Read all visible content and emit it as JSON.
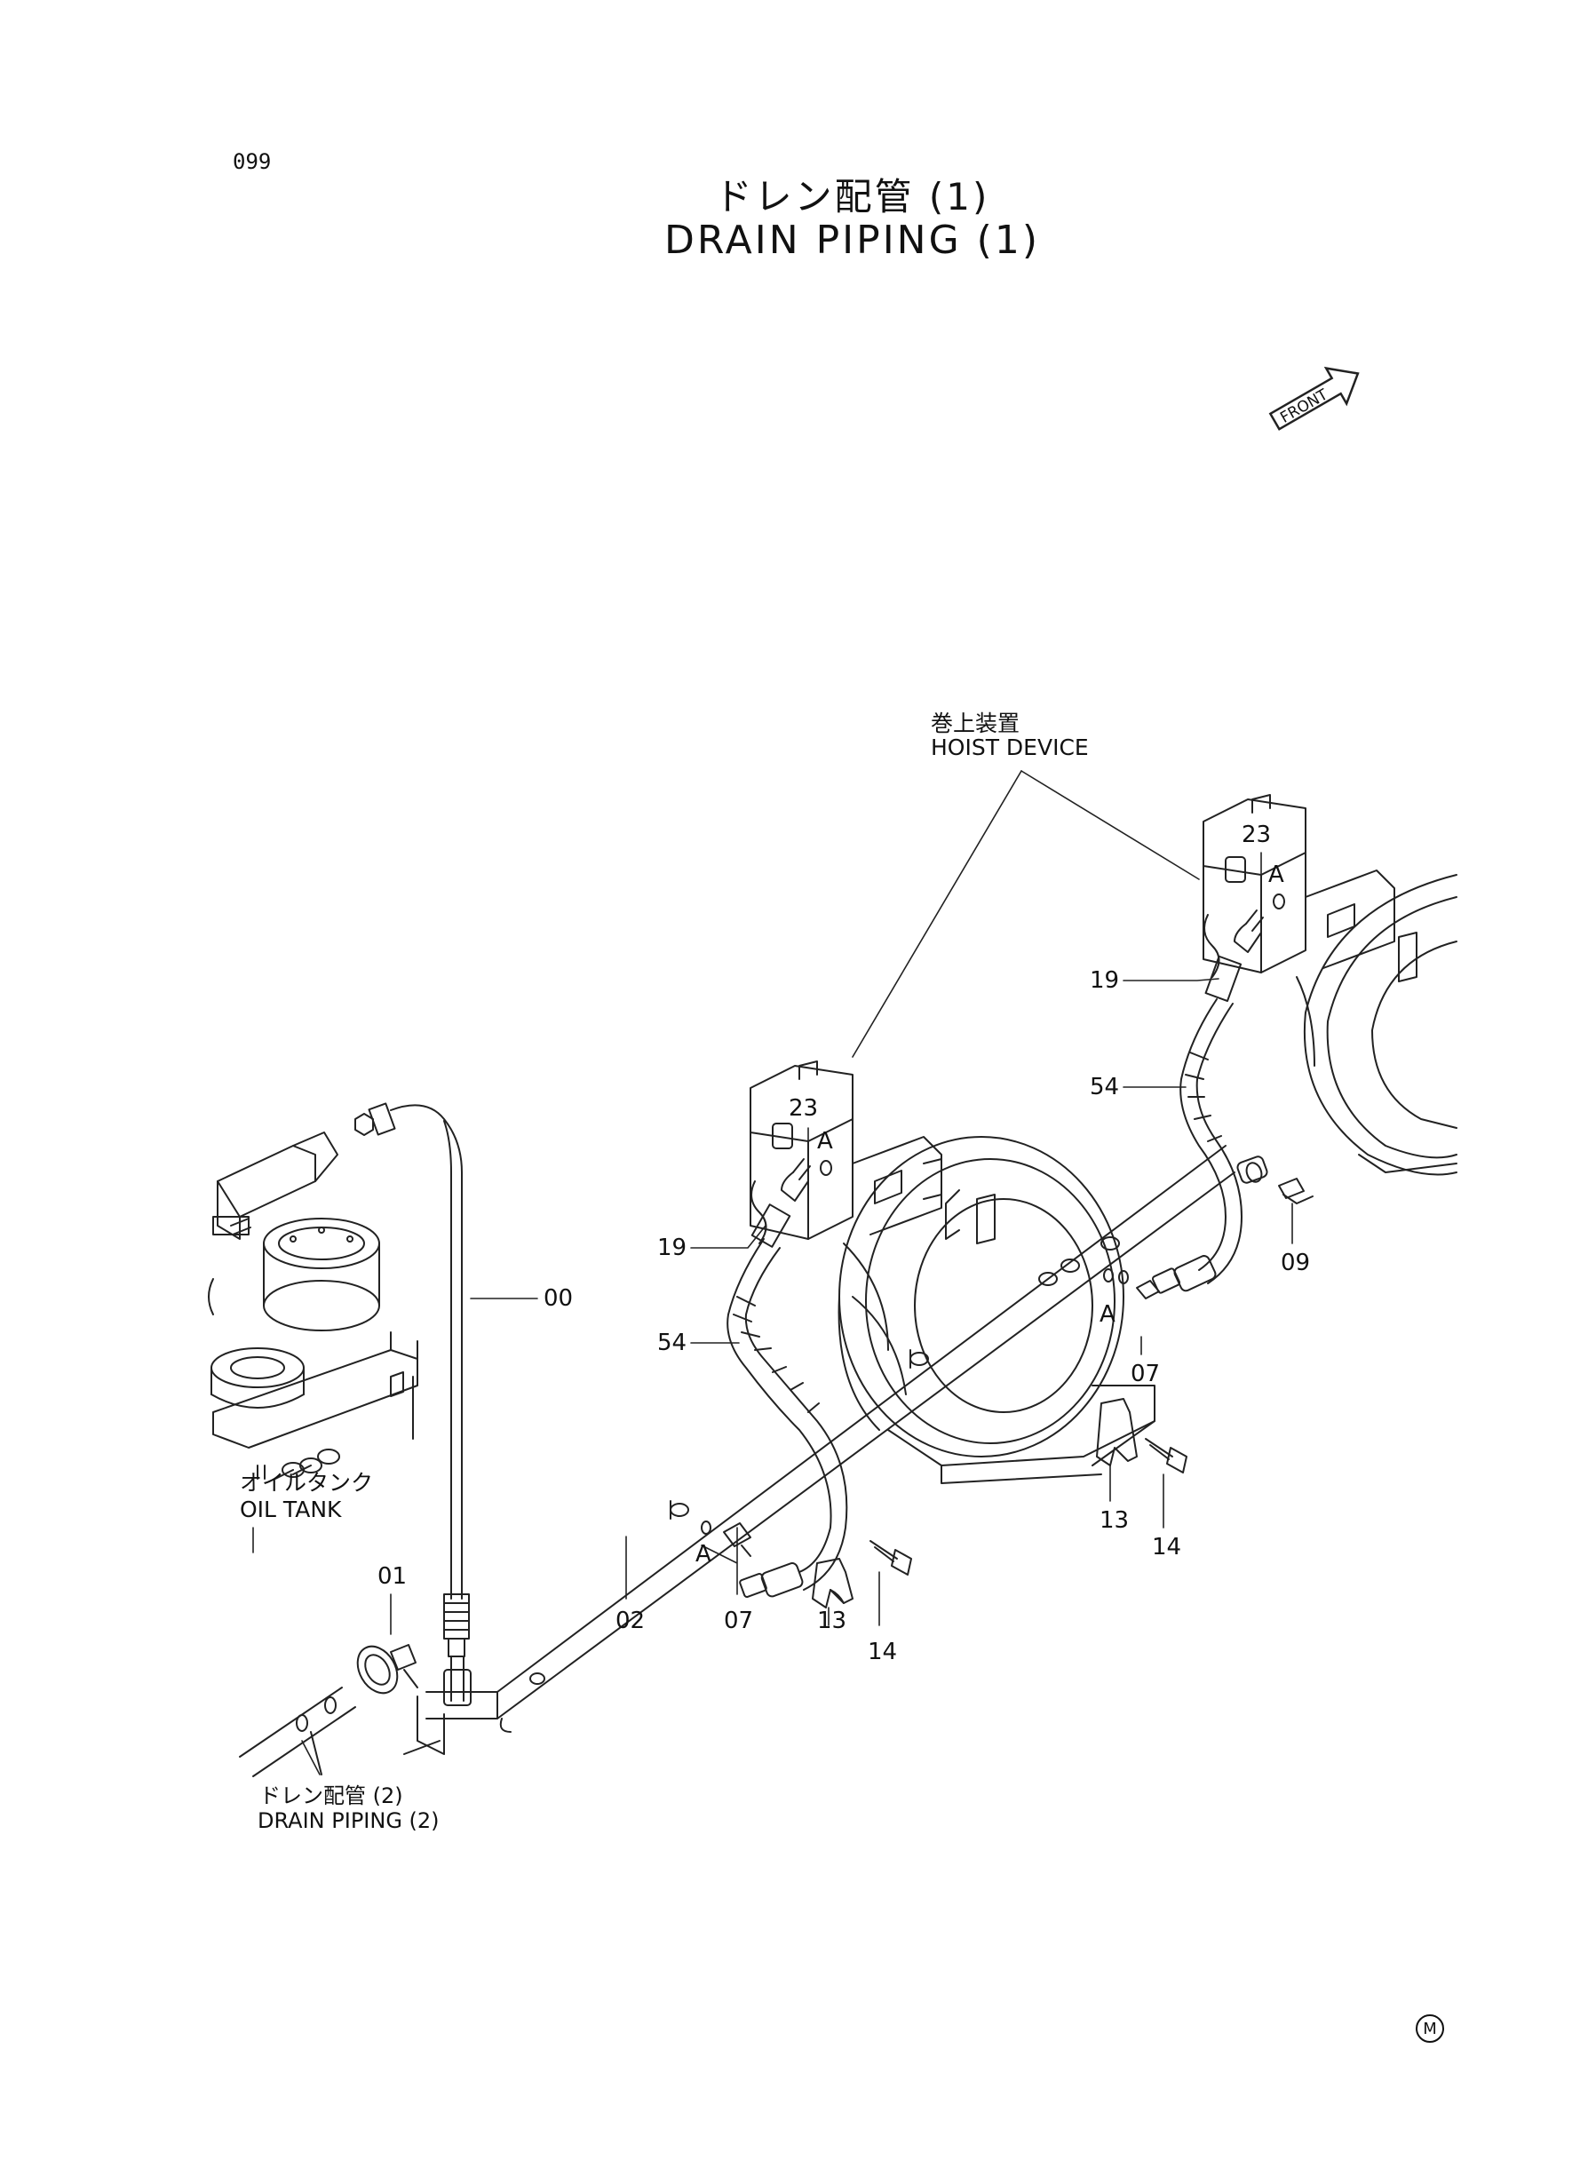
{
  "page": {
    "number": "099",
    "title_jp": "ドレン配管 (1)",
    "title_en": "DRAIN  PIPING  (1)",
    "front_marker": "FRONT",
    "maker_mark": "M"
  },
  "components": {
    "hoist_device_jp": "巻上装置",
    "hoist_device_en": "HOIST  DEVICE",
    "oil_tank_jp": "オイルタンク",
    "oil_tank_en": "OIL  TANK",
    "drain_piping2_jp": "ドレン配管 (2)",
    "drain_piping2_en": "DRAIN  PIPING (2)"
  },
  "part_labels": {
    "p00": "00",
    "p01": "01",
    "p02": "02",
    "p07_left": "07",
    "p07_right": "07",
    "p09": "09",
    "p13_left": "13",
    "p13_right": "13",
    "p14_left": "14",
    "p14_right": "14",
    "p19_left": "19",
    "p19_right": "19",
    "p23_left": "23",
    "p23_right": "23",
    "p54_left": "54",
    "p54_right": "54",
    "a_left_top": "A",
    "a_right_top": "A",
    "a_left_bottom": "A",
    "a_right_bottom": "A"
  }
}
